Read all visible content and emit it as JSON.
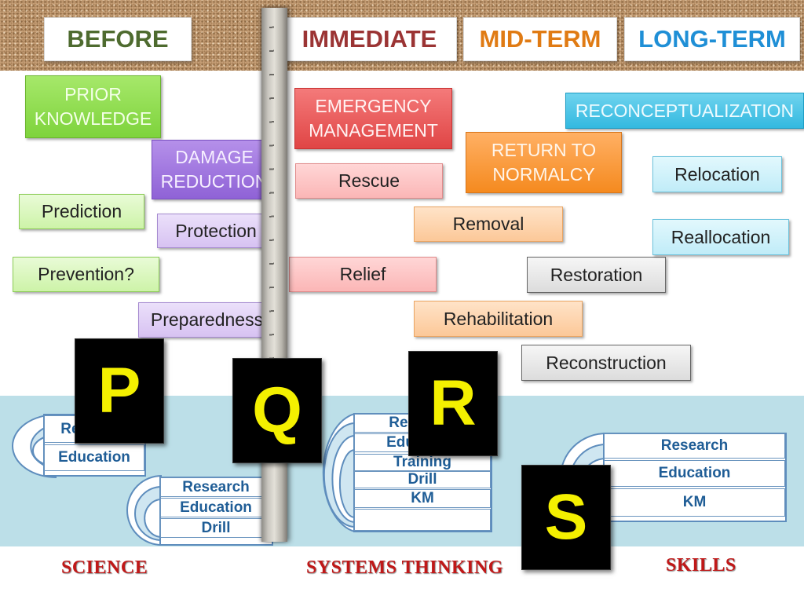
{
  "header": {
    "phases": [
      {
        "label": "BEFORE",
        "color": "#4e6b2f"
      },
      {
        "label": "IMMEDIATE",
        "color": "#9b3434"
      },
      {
        "label": "MID-TERM",
        "color": "#e07b14"
      },
      {
        "label": "LONG-TERM",
        "color": "#1f8fd6"
      }
    ]
  },
  "boxes": {
    "prior_knowledge": "PRIOR\nKNOWLEDGE",
    "damage_reduction": "DAMAGE\nREDUCTION",
    "prediction": "Prediction",
    "protection": "Protection",
    "prevention": "Prevention?",
    "preparedness": "Preparedness",
    "emergency_management": "EMERGENCY\nMANAGEMENT",
    "rescue": "Rescue",
    "removal": "Removal",
    "relief": "Relief",
    "rehabilitation": "Rehabilitation",
    "return_to_normalcy": "RETURN TO\nNORMALCY",
    "restoration": "Restoration",
    "reconstruction": "Reconstruction",
    "reconceptualization": "RECONCEPTUALIZATION",
    "relocation": "Relocation",
    "reallocation": "Reallocation"
  },
  "letters": [
    "P",
    "Q",
    "R",
    "S"
  ],
  "stacks": {
    "left_top": [
      "Research",
      "Education"
    ],
    "left_bottom": [
      "Research",
      "Education",
      "Drill"
    ],
    "center": [
      "Research",
      "Education",
      "Training",
      "Drill",
      "KM"
    ],
    "right": [
      "Research",
      "Education",
      "KM"
    ]
  },
  "footer": {
    "science": "SCIENCE",
    "systems_thinking": "SYSTEMS THINKING",
    "skills": "SKILLS"
  }
}
